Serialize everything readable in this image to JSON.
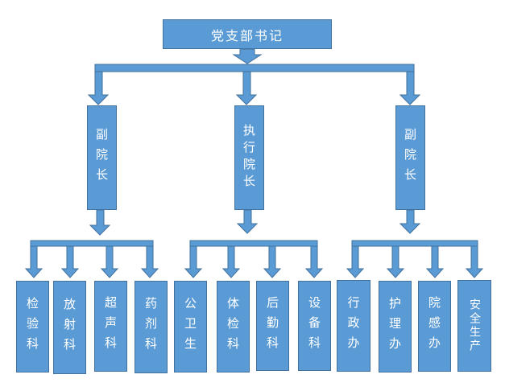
{
  "root": {
    "label": "党支部书记"
  },
  "managers": [
    {
      "label": "副院长"
    },
    {
      "label": "执行院长"
    },
    {
      "label": "副院长"
    }
  ],
  "departments": [
    {
      "label": "检验科"
    },
    {
      "label": "放射科"
    },
    {
      "label": "超声科"
    },
    {
      "label": "药剂科"
    },
    {
      "label": "公卫生"
    },
    {
      "label": "体检科"
    },
    {
      "label": "后勤科"
    },
    {
      "label": "设备科"
    },
    {
      "label": "行政办"
    },
    {
      "label": "护理办"
    },
    {
      "label": "院感办"
    },
    {
      "label": "安全生产"
    }
  ],
  "colors": {
    "box_fill": "#5b9bd5",
    "box_border": "#41719c",
    "connector": "#5b9bd5",
    "text": "#ffffff"
  }
}
